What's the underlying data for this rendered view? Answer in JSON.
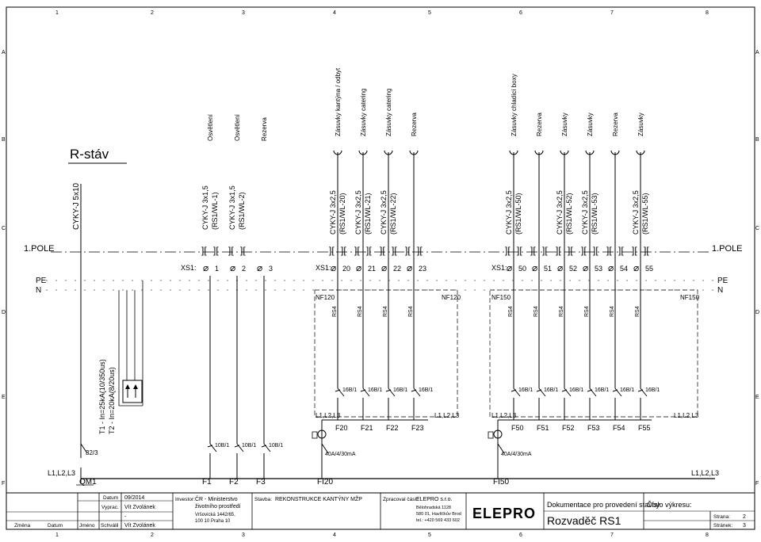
{
  "frame": {
    "columns": [
      "1",
      "2",
      "3",
      "4",
      "5",
      "6",
      "7",
      "8"
    ],
    "rows": [
      "A",
      "B",
      "C",
      "D",
      "E",
      "F"
    ]
  },
  "title_label": "R-stáv",
  "pole_left": "1.POLE",
  "pole_right": "1.POLE",
  "rails": {
    "pe": "PE",
    "n": "N"
  },
  "supply_cable": "CYKY-J 5x10",
  "main_breaker_label": "32/3",
  "main_breaker_id": "QM1",
  "main_phases": "L1,L2,L3",
  "rcd_main_line1": "T1 - In=25kA(10/350us)",
  "rcd_main_line2": "T2 - In=20kA(8/20us)",
  "terminal_blocks": [
    "XS1:",
    "XS1:",
    "XS1:"
  ],
  "circuits": [
    {
      "desc": "Osvětlení",
      "cable": "CYKY-J 3x1,5",
      "code": "(RS1/WL-1)",
      "terminal": "1",
      "breaker": "10B/1",
      "id": "F1"
    },
    {
      "desc": "Osvětlení",
      "cable": "CYKY-J 3x1,5",
      "code": "(RS1/WL-2)",
      "terminal": "2",
      "breaker": "10B/1",
      "id": "F2"
    },
    {
      "desc": "Rezerva",
      "cable": "",
      "code": "",
      "terminal": "3",
      "breaker": "10B/1",
      "id": "F3"
    },
    {
      "desc": "Zásuvky kantýna / odbyt",
      "cable": "CYKY-J 3x2,5",
      "code": "(RS1/WL-20)",
      "terminal": "20",
      "breaker": "16B/1",
      "id": "F20",
      "relay": "RS4"
    },
    {
      "desc": "Zásuvky catering",
      "cable": "CYKY-J 3x2,5",
      "code": "(RS1/WL-21)",
      "terminal": "21",
      "breaker": "16B/1",
      "id": "F21",
      "relay": "RS4"
    },
    {
      "desc": "Zásuvky catering",
      "cable": "CYKY-J 3x2,5",
      "code": "(RS1/WL-22)",
      "terminal": "22",
      "breaker": "16B/1",
      "id": "F22",
      "relay": "RS4"
    },
    {
      "desc": "Rezerva",
      "cable": "",
      "code": "",
      "terminal": "23",
      "breaker": "16B/1",
      "id": "F23",
      "relay": "RS4"
    },
    {
      "desc": "Zásuvky chladící boxy",
      "cable": "CYKY-J 3x2,5",
      "code": "(RS1/WL-50)",
      "terminal": "50",
      "breaker": "16B/1",
      "id": "F50",
      "relay": "RS4"
    },
    {
      "desc": "Rezerva",
      "cable": "",
      "code": "",
      "terminal": "51",
      "breaker": "16B/1",
      "id": "F51",
      "relay": "RS4"
    },
    {
      "desc": "Zásuvky",
      "cable": "CYKY-J 3x2,5",
      "code": "(RS1/WL-52)",
      "terminal": "52",
      "breaker": "16B/1",
      "id": "F52",
      "relay": "RS4"
    },
    {
      "desc": "Zásuvky",
      "cable": "CYKY-J 3x2,5",
      "code": "(RS1/WL-53)",
      "terminal": "53",
      "breaker": "16B/1",
      "id": "F53",
      "relay": "RS4"
    },
    {
      "desc": "Rezerva",
      "cable": "",
      "code": "",
      "terminal": "54",
      "breaker": "16B/1",
      "id": "F54",
      "relay": "RS4"
    },
    {
      "desc": "Zásuvky",
      "cable": "CYKY-J 3x2,5",
      "code": "(RS1/WL-55)",
      "terminal": "55",
      "breaker": "16B/1",
      "id": "F55",
      "relay": "RS4"
    }
  ],
  "groups": [
    {
      "nf_left": "NF120",
      "nf_right": "NF120",
      "phases_left": "L1,L2,L3",
      "phases_right": "L1,L2,L3",
      "rcd": "40A/4/30mA",
      "id": "FI20"
    },
    {
      "nf_left": "NF150",
      "nf_right": "NF150",
      "phases_left": "L1,L2,L3",
      "phases_right": "L1,L2,L3",
      "rcd": "40A/4/30mA",
      "id": "FI50"
    }
  ],
  "bottom_right_phases": "L1,L2,L3",
  "title_block": {
    "datum_label": "Datum",
    "datum_value": "09/2014",
    "vyprac_label": "Vyprac.",
    "vyprac_value": "Vít Zvolánek",
    "dash": "-",
    "schvalil_label": "Schválil",
    "schvalil_value": "Vít Zvolánek",
    "zmena": "Změna",
    "datum2": "Datum",
    "jmeno": "Jméno",
    "investor_label": "Investor:",
    "investor_line1": "ČR - Ministerstvo",
    "investor_line2": "životního prostředí",
    "investor_line3": "Vršovická 1442/65,",
    "investor_line4": "100 10 Praha 10",
    "stavba_label": "Stavba:",
    "stavba_value": "REKONSTRUKCE KANTÝNY MŽP",
    "zpracoval_label": "Zpracoval část:",
    "company": "ELEPRO s.r.o.",
    "company_addr1": "Bělohradská 1128",
    "company_addr2": "580 01, Havlíčkův Brod",
    "company_tel": "tel.: +420 569 433 602",
    "logo": "ELEPRO",
    "doc_type": "Dokumentace pro provedení stavby",
    "drawing_no_label": "Číslo výkresu:",
    "drawing_title": "Rozvaděč RS1",
    "strana_label": "Strana:",
    "strana_value": "2",
    "stranek_label": "Stránek:",
    "stranek_value": "3"
  }
}
